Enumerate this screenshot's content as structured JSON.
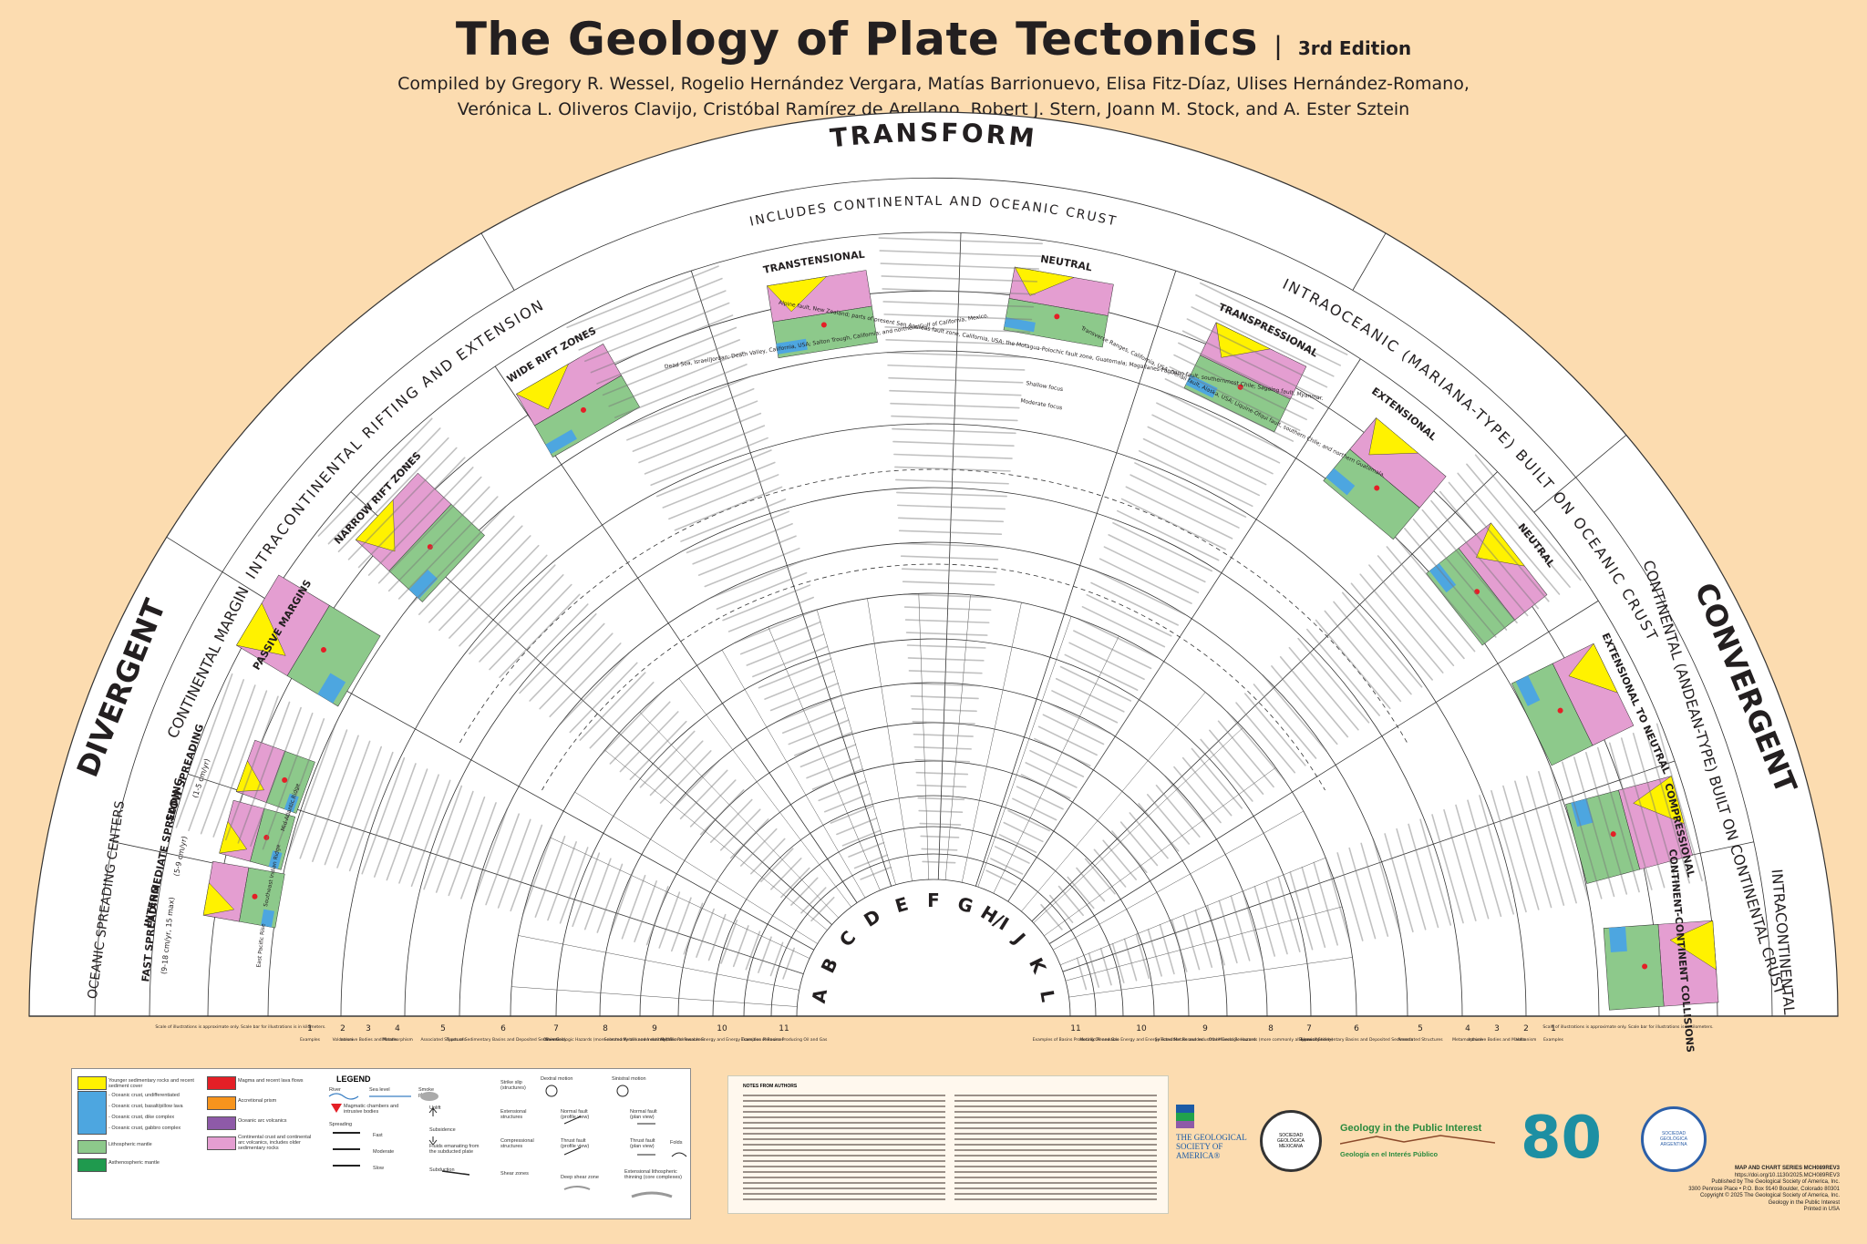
{
  "header": {
    "title": "The Geology of Plate Tectonics",
    "edition": "3rd Edition",
    "authors_line1": "Compiled by Gregory R. Wessel, Rogelio Hernández Vergara, Matías Barrionuevo, Elisa Fitz-Díaz, Ulises Hernández-Romano,",
    "authors_line2": "Verónica L. Oliveros Clavijo, Cristóbal Ramírez de Arellano, Robert J. Stern, Joann M. Stock, and A. Ester Sztein"
  },
  "chart": {
    "outer_heading": "TRANSFORM",
    "divergent": "DIVERGENT",
    "convergent": "CONVERGENT",
    "continental_crust": "INCLUDES CONTINENTAL AND OCEANIC CRUST",
    "intracontinental_rifting": "INTRACONTINENTAL RIFTING AND EXTENSION",
    "intraoceanic": "INTRAOCEANIC (MARIANA-TYPE) BUILT ON OCEANIC CRUST",
    "andean": "CONTINENTAL (ANDEAN-TYPE) BUILT ON CONTINENTAL CRUST",
    "continental_margin": "CONTINENTAL MARGIN",
    "oceanic_spreading": "OCEANIC SPREADING CENTERS",
    "intracontinental": "INTRACONTINENTAL",
    "passive_margins": "PASSIVE MARGINS",
    "narrow_rift": "NARROW RIFT ZONES",
    "wide_rift": "WIDE RIFT ZONES",
    "transtensional": "TRANSTENSIONAL",
    "neutral": "NEUTRAL",
    "transpressional": "TRANSPRESSIONAL",
    "extensional": "EXTENSIONAL",
    "neutral2": "NEUTRAL",
    "ext_to_neutral": "EXTENSIONAL TO NEUTRAL",
    "compressional": "COMPRESSIONAL",
    "cc_collisions": "CONTINENT-CONTINENT COLLISIONS",
    "slow_spreading": "SLOW SPREADING",
    "slow_rate": "(1-5 cm/yr)",
    "intermediate_spreading": "INTERMEDIATE SPREADING",
    "intermediate_rate": "(5-9 cm/yr)",
    "fast_spreading": "FAST SPREADING",
    "fast_rate": "(9-18 cm/yr, 15 max)",
    "center_letters": [
      "A",
      "B",
      "C",
      "D",
      "E",
      "F",
      "G",
      "H/I",
      "J",
      "K",
      "L"
    ],
    "left_column_numbers": [
      "1",
      "2",
      "3",
      "4",
      "5",
      "6",
      "7",
      "8",
      "9",
      "10",
      "11"
    ],
    "left_column_labels": [
      "Examples",
      "Volcanism",
      "Intrusive Bodies and Mantle",
      "Metamorphism",
      "Associated Structures",
      "Types of Sedimentary Basins and Deposited Sediments",
      "Seismicity",
      "Other Geologic Hazards (more commonly all known entirely)",
      "Selected Metals and Industrial Mineral Resources",
      "Metallic Renewable Energy and Energy Transition Resources",
      "Examples of Basins Producing Oil and Gas"
    ],
    "right_column_numbers": [
      "11",
      "10",
      "9",
      "8",
      "7",
      "6",
      "5",
      "4",
      "3",
      "2",
      "1"
    ],
    "right_column_labels": [
      "Examples of Basins Producing Oil and Gas",
      "Metallic Renewable Energy and Energy Transition Resources",
      "Selected Metals and Industrial Mineral Resources",
      "Other Geologic Hazards (more commonly all known entirely)",
      "Seismicity",
      "Types of Sedimentary Basins and Deposited Sediments",
      "Associated Structures",
      "Metamorphism",
      "Intrusive Bodies and Mantle",
      "Volcanism",
      "Examples"
    ],
    "scale_note_left": "Scale of illustrations is approximate only. Scale bar for illustrations is in kilometers.",
    "scale_note_right": "Scale of illustrations is approximate only. Scale bar for illustrations is in kilometers.",
    "ex_transtensional": "Dead Sea, Israel/Jordan; Death Valley, California, USA; Salton Trough, California; and northern Gulf of California, Mexico.",
    "ex_neutral": "Alpine fault, New Zealand; parts of present San Andreas fault zone, California, USA; the Motagua-Polochic fault zone, Guatemala; Magallanes-Fagnano fault, southernmost Chile; Sagaing fault, Myanmar.",
    "ex_transpressional": "Transverse Ranges, California, USA; Denali fault, Alaska, USA; Liquine-Ofqui fault, southern Chile; and northern Guatemala.",
    "seismic_shallow": "Shallow focus",
    "seismic_mod": "Moderate focus",
    "ex_fast": "East Pacific Rise",
    "ex_int": "Southeast Indian Ridge",
    "ex_slow": "Mid-Atlantic Ridge"
  },
  "legend": {
    "title": "LEGEND",
    "items": [
      "Younger sedimentary rocks and recent sediment cover",
      "- Oceanic crust, undifferentiated",
      "- Oceanic crust, basalt/pillow lava",
      "- Oceanic crust, dike complex",
      "- Oceanic crust, gabbro complex",
      "Lithospheric mantle",
      "Asthenospheric mantle",
      "Magma and recent lava flows",
      "Accretional prism",
      "Oceanic arc volcanics",
      "Continental crust and continental arc volcanics, includes older sedimentary rocks"
    ],
    "symbols": [
      "River",
      "Sea level",
      "Smoke plume",
      "Magmatic chambers and intrusive bodies",
      "Uplift",
      "Spreading",
      "Fast",
      "Moderate",
      "Slow",
      "Subsidence",
      "Fluids emanating from the subducted plate",
      "Subduction"
    ],
    "structures": [
      "Strike slip (structures)",
      "Dextral motion",
      "Sinistral motion",
      "Extensional structures",
      "Normal fault (profile view)",
      "Normal fault (plan view)",
      "Compressional structures",
      "Thrust fault (profile view)",
      "Thrust fault (plan view)",
      "Folds",
      "Shear zones",
      "Deep shear zone",
      "Extensional lithospheric thinning (core complexes)"
    ],
    "colors": {
      "yellow": "#fff200",
      "ocean": "#4da6e0",
      "ocean_dots": "#6fb9ea",
      "lith": "#8dc98b",
      "asth": "#1f9a4e",
      "magma": "#e41f26",
      "prism": "#f7941d",
      "arc": "#8e5aa8",
      "cont": "#e49ed1"
    }
  },
  "logos": {
    "gsa": "THE GEOLOGICAL SOCIETY OF AMERICA®",
    "smg": "SOCIEDAD GEOLÓGICA MEXICANA",
    "gpi_line1": "Geology in the Public Interest",
    "gpi_line2": "Geología en el Interés Público",
    "eighty": "80",
    "sga": "SOCIEDAD GEOLÓGICA ARGENTINA"
  },
  "imprint": {
    "series": "MAP AND CHART SERIES MCH089REV3",
    "doi": "https://doi.org/10.1130/2025.MCH089REV3",
    "publisher": "Published by The Geological Society of America, Inc.",
    "address": "3300 Penrose Place • P.O. Box 9140 Boulder, Colorado 80301",
    "copyright": "Copyright © 2025 The Geological Society of America, Inc.",
    "tagline": "Geology in the Public Interest",
    "printed": "Printed in USA"
  },
  "notes": {
    "heading": "NOTES FROM AUTHORS"
  }
}
